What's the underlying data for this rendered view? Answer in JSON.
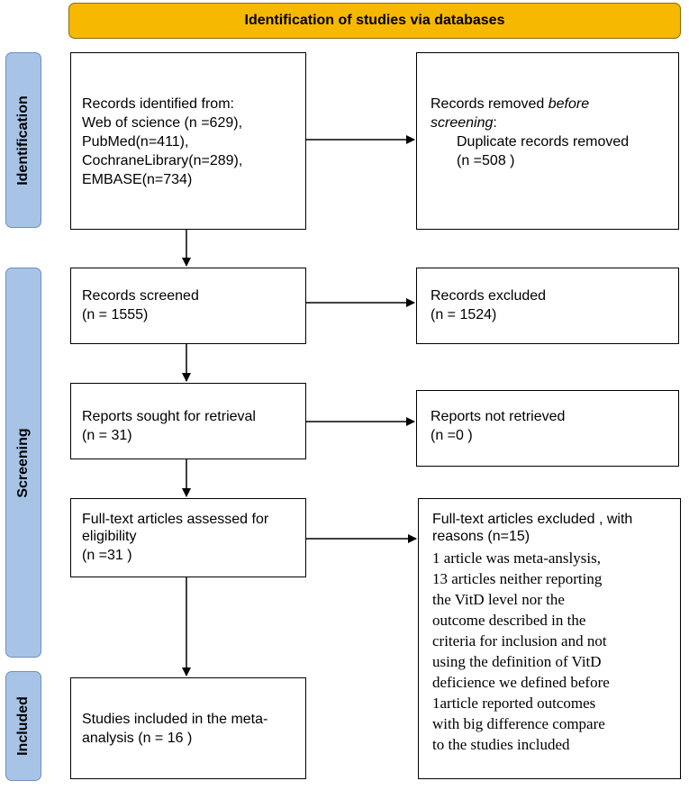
{
  "header": {
    "title": "Identification of studies via databases"
  },
  "phases": {
    "identification": "Identification",
    "screening": "Screening",
    "included": "Included"
  },
  "boxes": {
    "identified": {
      "heading": "Records identified from:",
      "lines": [
        "Web of science (n =629),",
        "PubMed(n=411),",
        "CochraneLibrary(n=289),",
        "EMBASE(n=734)"
      ]
    },
    "removed": {
      "line1_prefix": "Records removed ",
      "line1_italic": "before",
      "line2_italic": "screening",
      "line2_suffix": ":",
      "line3": "Duplicate records removed",
      "line4": "(n =508 )"
    },
    "screened": {
      "line1": "Records screened",
      "line2": "(n = 1555)"
    },
    "excluded": {
      "line1": "Records excluded",
      "line2": "(n = 1524)"
    },
    "sought": {
      "line1": "Reports sought for retrieval",
      "line2": "(n = 31)"
    },
    "not_retrieved": {
      "line1": "Reports not retrieved",
      "line2": "(n =0 )"
    },
    "assessed": {
      "line1": "Full-text articles assessed for",
      "line2": "eligibility",
      "line3": "(n =31 )"
    },
    "full_excluded": {
      "line1": "Full-text articles excluded , with",
      "line2": "reasons (n=15)",
      "reasons": [
        "1 article was meta-anslysis,",
        "13 articles neither reporting",
        "the VitD level nor  the",
        "outcome described in the",
        "criteria for inclusion and not",
        "using the definition of VitD",
        "deficience we defined before",
        "1article reported outcomes",
        "with big difference compare",
        "to the studies included"
      ]
    },
    "included": {
      "line1": "Studies included in the meta-",
      "line2": "analysis (n = 16 )"
    }
  },
  "colors": {
    "header_fill": "#F6B800",
    "phase_fill": "#A7C4E6"
  }
}
